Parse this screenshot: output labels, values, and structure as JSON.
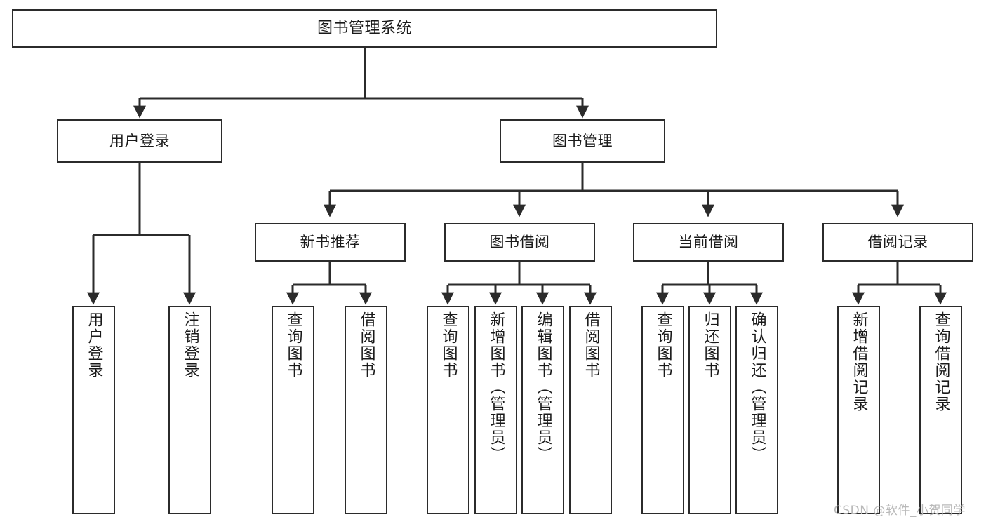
{
  "diagram": {
    "type": "tree",
    "title": "图书管理系统",
    "watermark": "CSDN @软件_小贺同学",
    "colors": {
      "box_border": "#2b2b2b",
      "box_fill": "#ffffff",
      "edge": "#2b2b2b",
      "text": "#1a1a1a",
      "watermark": "#b9b9b9",
      "background": "#ffffff"
    },
    "nodes": {
      "root": {
        "label": "图书管理系统"
      },
      "level2": [
        {
          "label": "用户登录"
        },
        {
          "label": "图书管理"
        }
      ],
      "level3": [
        {
          "label": "新书推荐"
        },
        {
          "label": "图书借阅"
        },
        {
          "label": "当前借阅"
        },
        {
          "label": "借阅记录"
        }
      ],
      "leaves": {
        "user_login": [
          {
            "label": "用户登录"
          },
          {
            "label": "注销登录"
          }
        ],
        "new_book": [
          {
            "label": "查询图书"
          },
          {
            "label": "借阅图书"
          }
        ],
        "book_borrow": [
          {
            "label": "查询图书"
          },
          {
            "label": "新增图书（管理员）"
          },
          {
            "label": "编辑图书（管理员）"
          },
          {
            "label": "借阅图书"
          }
        ],
        "current_borrow": [
          {
            "label": "查询图书"
          },
          {
            "label": "归还图书"
          },
          {
            "label": "确认归还（管理员）"
          }
        ],
        "borrow_record": [
          {
            "label": "新增借阅记录"
          },
          {
            "label": "查询借阅记录"
          }
        ]
      }
    }
  }
}
